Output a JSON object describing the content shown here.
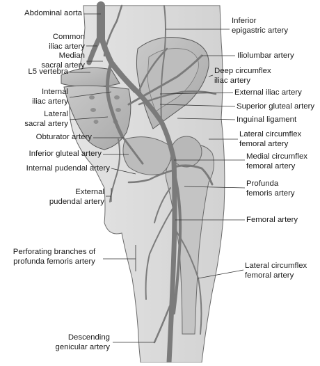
{
  "labels_left": {
    "abdominal_aorta": [
      "Abdominal aorta"
    ],
    "common_iliac": [
      "Common",
      "iliac artery"
    ],
    "median_sacral": [
      "Median",
      "sacral artery"
    ],
    "l5_vertebra": [
      "L5 vertebra"
    ],
    "internal_iliac": [
      "Internal",
      "iliac artery"
    ],
    "lateral_sacral": [
      "Lateral",
      "sacral artery"
    ],
    "obturator": [
      "Obturator artery"
    ],
    "inferior_gluteal": [
      "Inferior gluteal artery"
    ],
    "internal_pudendal": [
      "Internal pudendal artery"
    ],
    "external_pudendal": [
      "External",
      "pudendal artery"
    ],
    "perforating": [
      "Perforating branches of",
      "profunda femoris artery"
    ],
    "descending_genicular": [
      "Descending",
      "genicular artery"
    ]
  },
  "labels_right": {
    "inferior_epigastric": [
      "Inferior",
      "epigastric artery"
    ],
    "iliolumbar": [
      "Iliolumbar artery"
    ],
    "deep_circumflex": [
      "Deep circumflex",
      "iliac artery"
    ],
    "external_iliac": [
      "External iliac artery"
    ],
    "superior_gluteal": [
      "Superior gluteal artery"
    ],
    "inguinal_ligament": [
      "Inguinal ligament"
    ],
    "lateral_circumflex_upper": [
      "Lateral circumflex",
      "femoral artery"
    ],
    "medial_circumflex": [
      "Medial circumflex",
      "femoral artery"
    ],
    "profunda_femoris": [
      "Profunda",
      "femoris artery"
    ],
    "femoral": [
      "Femoral artery"
    ],
    "lateral_circumflex_lower": [
      "Lateral circumflex",
      "femoral artery"
    ]
  }
}
